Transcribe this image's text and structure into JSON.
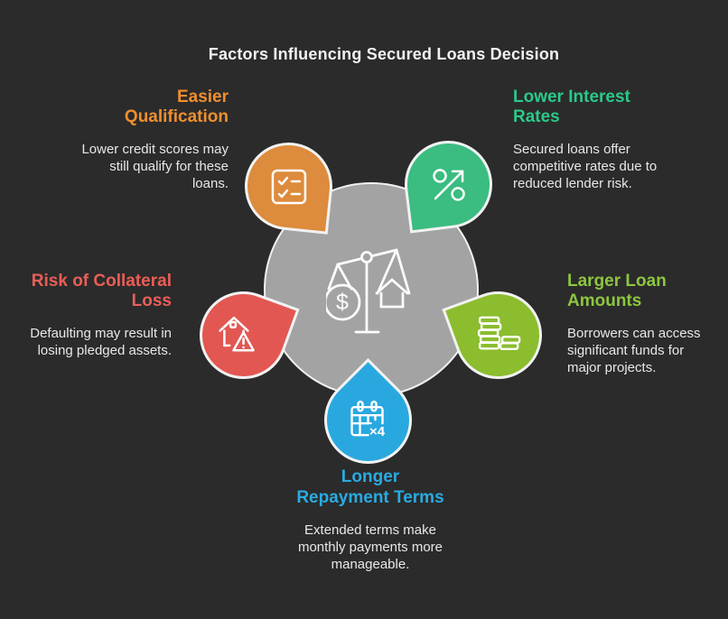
{
  "title": "Factors Influencing Secured Loans Decision",
  "colors": {
    "background": "#2b2b2b",
    "title": "#f2f2f2",
    "body_text": "#e8e8e8",
    "center_circle": "#a3a3a3",
    "outline": "#f2f2f2"
  },
  "center": {
    "icon": "balance-scale-icon"
  },
  "factors": [
    {
      "id": "easier-qualification",
      "heading_lines": [
        "Easier",
        "Qualification"
      ],
      "desc_lines": [
        "Lower credit scores may",
        "still qualify for these",
        "loans."
      ],
      "heading_color": "#f08f2e",
      "drop_color": "#dd8b3c",
      "icon": "checklist-icon"
    },
    {
      "id": "lower-interest-rates",
      "heading_lines": [
        "Lower Interest",
        "Rates"
      ],
      "desc_lines": [
        "Secured loans offer",
        "competitive rates due to",
        "reduced lender risk."
      ],
      "heading_color": "#2bc98a",
      "drop_color": "#3bbc80",
      "icon": "percent-growth-icon"
    },
    {
      "id": "risk-of-collateral-loss",
      "heading_lines": [
        "Risk of Collateral",
        "Loss"
      ],
      "desc_lines": [
        "Defaulting may result in",
        "losing pledged assets."
      ],
      "heading_color": "#ea5e57",
      "drop_color": "#e25752",
      "icon": "house-warning-icon"
    },
    {
      "id": "larger-loan-amounts",
      "heading_lines": [
        "Larger Loan",
        "Amounts"
      ],
      "desc_lines": [
        "Borrowers can access",
        "significant funds for",
        "major projects."
      ],
      "heading_color": "#8dc63f",
      "drop_color": "#8bbd2e",
      "icon": "coin-stack-icon"
    },
    {
      "id": "longer-repayment-terms",
      "heading_lines": [
        "Longer",
        "Repayment Terms"
      ],
      "desc_lines": [
        "Extended terms make",
        "monthly payments more",
        "manageable."
      ],
      "heading_color": "#29abe2",
      "drop_color": "#29a8e0",
      "icon": "calendar-icon",
      "icon_label": "×4"
    }
  ]
}
